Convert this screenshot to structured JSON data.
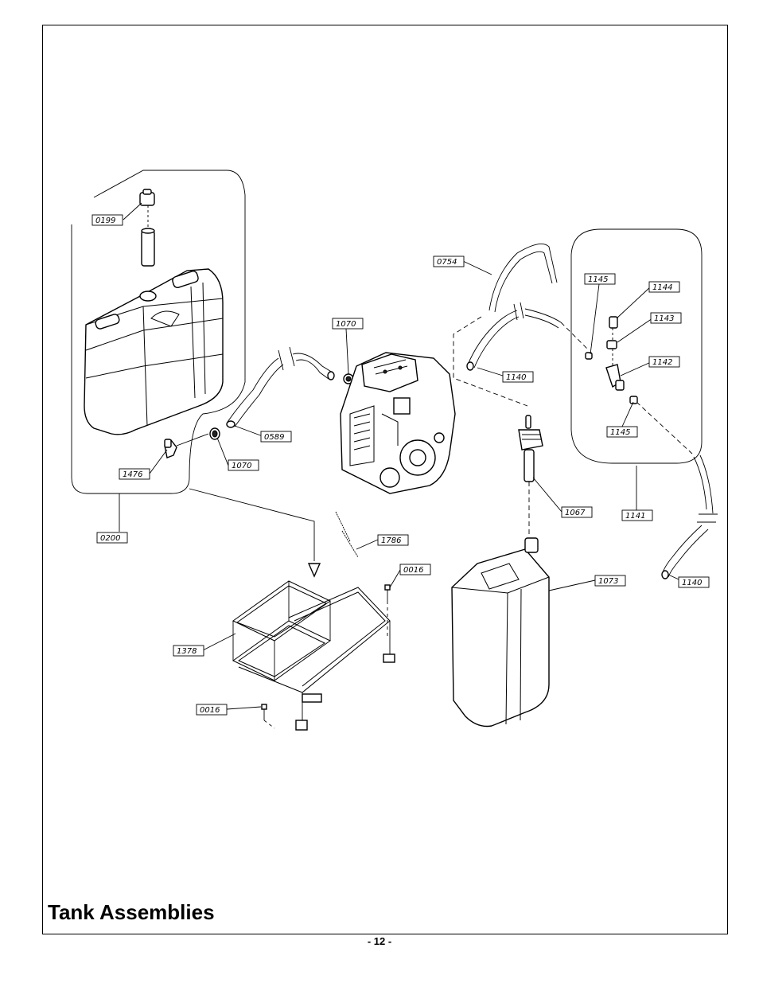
{
  "page": {
    "title": "Tank Assemblies",
    "page_number": "- 12 -"
  },
  "callouts": [
    {
      "id": "c0199",
      "text": "0199"
    },
    {
      "id": "c0200",
      "text": "0200"
    },
    {
      "id": "c1476",
      "text": "1476"
    },
    {
      "id": "c1070a",
      "text": "1070"
    },
    {
      "id": "c1070b",
      "text": "1070"
    },
    {
      "id": "c0589",
      "text": "0589"
    },
    {
      "id": "c0754",
      "text": "0754"
    },
    {
      "id": "c1140a",
      "text": "1140"
    },
    {
      "id": "c1145a",
      "text": "1145"
    },
    {
      "id": "c1144",
      "text": "1144"
    },
    {
      "id": "c1143",
      "text": "1143"
    },
    {
      "id": "c1142",
      "text": "1142"
    },
    {
      "id": "c1145b",
      "text": "1145"
    },
    {
      "id": "c1141",
      "text": "1141"
    },
    {
      "id": "c1067",
      "text": "1067"
    },
    {
      "id": "c1786",
      "text": "1786"
    },
    {
      "id": "c0016a",
      "text": "0016"
    },
    {
      "id": "c1073",
      "text": "1073"
    },
    {
      "id": "c1140b",
      "text": "1140"
    },
    {
      "id": "c1378",
      "text": "1378"
    },
    {
      "id": "c0016b",
      "text": "0016"
    }
  ]
}
